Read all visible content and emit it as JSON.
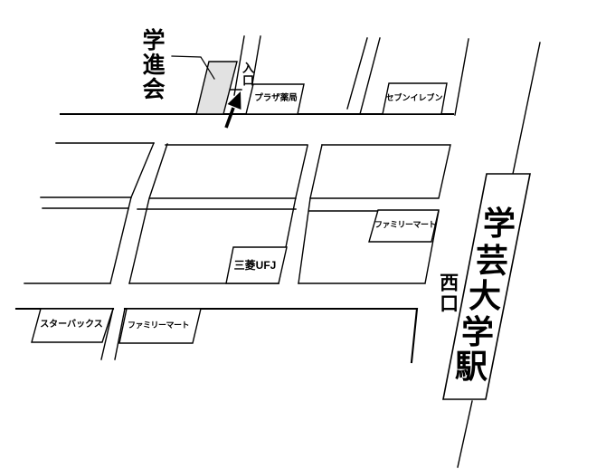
{
  "map": {
    "destination": {
      "name": "学進会",
      "entrance": "入口"
    },
    "station": {
      "name": "学芸大学駅",
      "chars": [
        "学",
        "芸",
        "大",
        "学",
        "駅"
      ],
      "west_exit": "西口"
    },
    "landmarks": {
      "plaza_pharmacy": "プラザ薬局",
      "seven_eleven": "セブンイレブン",
      "family_mart_mid": "ファミリーマート",
      "mitsubishi_ufj": "三菱UFJ",
      "starbucks": "スターバックス",
      "family_mart_south": "ファミリーマート"
    },
    "colors": {
      "background": "#ffffff",
      "line": "#000000",
      "destination_fill": "#e2e2e2"
    }
  }
}
